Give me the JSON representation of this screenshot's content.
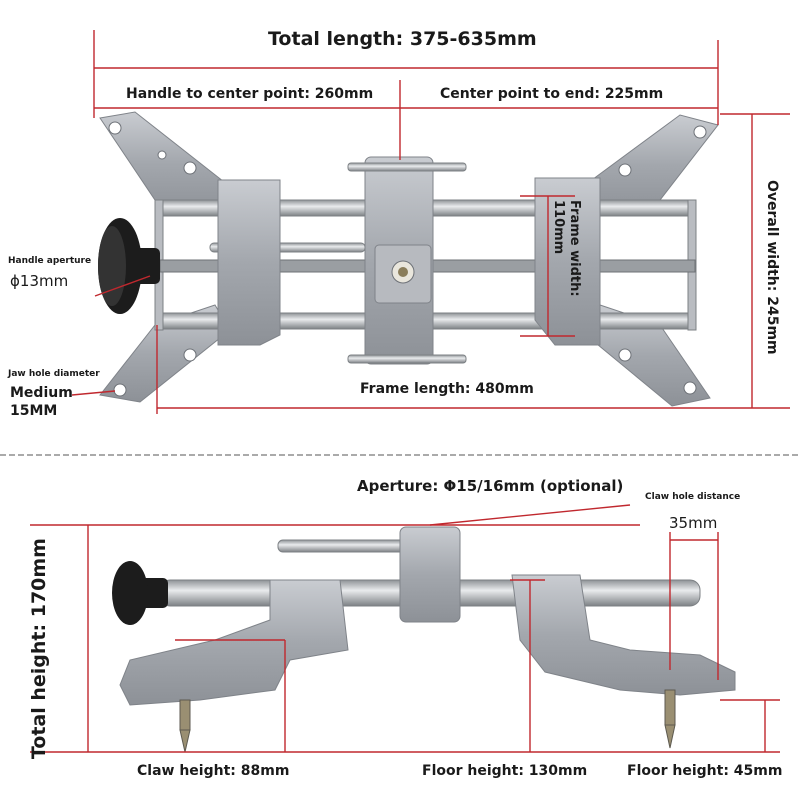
{
  "top_view": {
    "total_length": "Total length: 375-635mm",
    "handle_to_center": "Handle to center point: 260mm",
    "center_to_end": "Center point to end: 225mm",
    "overall_width": "Overall width: 245mm",
    "frame_width_line1": "Frame width:",
    "frame_width_line2": "110mm",
    "handle_aperture_label": "Handle aperture",
    "handle_aperture_value": "ϕ13mm",
    "jaw_hole_label": "Jaw hole diameter",
    "jaw_hole_size": "Medium",
    "jaw_hole_value": "15MM",
    "frame_length": "Frame length: 480mm"
  },
  "side_view": {
    "aperture": "Aperture: Φ15/16mm (optional)",
    "claw_hole_label": "Claw hole distance",
    "claw_hole_value": "35mm",
    "total_height": "Total height: 170mm",
    "claw_height": "Claw height: 88mm",
    "floor_height_130": "Floor height: 130mm",
    "floor_height_45": "Floor height: 45mm"
  },
  "colors": {
    "dimension_line": "#c0282e",
    "metal": "#a9adb3",
    "rod": "#c6c9cd",
    "knob": "#1c1c1c"
  }
}
